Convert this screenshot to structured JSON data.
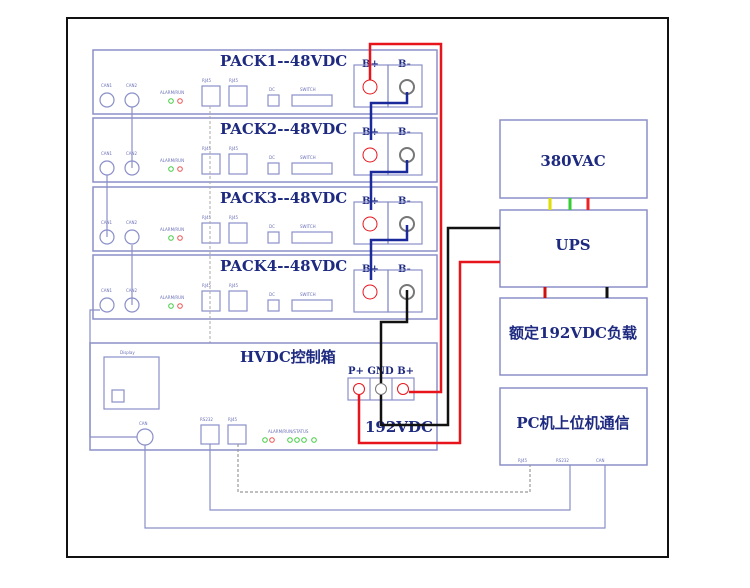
{
  "packs": [
    {
      "title": "PACK1--48VDC"
    },
    {
      "title": "PACK2--48VDC"
    },
    {
      "title": "PACK3--48VDC"
    },
    {
      "title": "PACK4--48VDC"
    }
  ],
  "pack_terminals": {
    "positive": "B+",
    "negative": "B-"
  },
  "pack_ports": {
    "can1": "CAN1",
    "can2": "CAN2",
    "leds": "ALARM/RUN",
    "rj45_1": "RJ45",
    "rj45_2": "RJ45",
    "dc": "DC",
    "switch": "SWITCH"
  },
  "hvdc": {
    "title": "HVDC控制箱",
    "terminals": "P+ GND B+",
    "output": "192VDC",
    "display": "Display",
    "can": "CAN",
    "rs232": "RS232",
    "rj45": "RJ45",
    "leds": "ALARM/RUN/STATUS"
  },
  "right": {
    "ac": "380VAC",
    "ups": "UPS",
    "load": "额定192VDC负载",
    "pc": "PC机上位机通信",
    "pc_ports": [
      "RJ45",
      "RS232",
      "CAN"
    ]
  },
  "colors": {
    "frame": "#000000",
    "box": "#8a8fc8",
    "text": "#1e2a80",
    "positive": "#e8141c",
    "negative": "#111111",
    "bus": "#1a2a9a"
  }
}
